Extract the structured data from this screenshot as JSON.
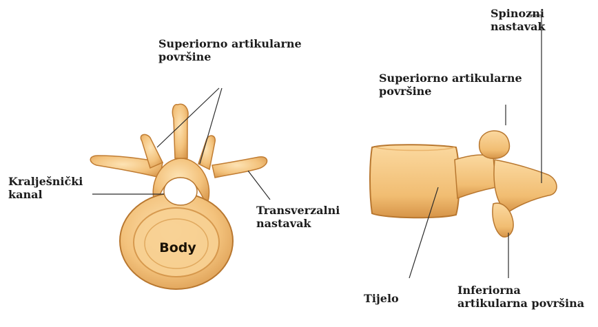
{
  "labels": {
    "superior_left": [
      "Superiorno artikularne",
      "površine"
    ],
    "canal": [
      "Kralješnički",
      "kanal"
    ],
    "transverse": [
      "Transverzalni",
      "nastavak"
    ],
    "spinous": [
      "Spinozni",
      "nastavak"
    ],
    "superior_right": [
      "Superiorno artikularne",
      "površine"
    ],
    "body_right": "Tijelo",
    "inferior": [
      "Inferiorna",
      "artikularna površina"
    ],
    "body_center": "Body"
  },
  "colors": {
    "bone_fill": "#f3c27c",
    "bone_light": "#fbdca6",
    "bone_shadow": "#d49549",
    "bone_edge": "#b8772f",
    "leader_line": "#2a2a2a"
  }
}
